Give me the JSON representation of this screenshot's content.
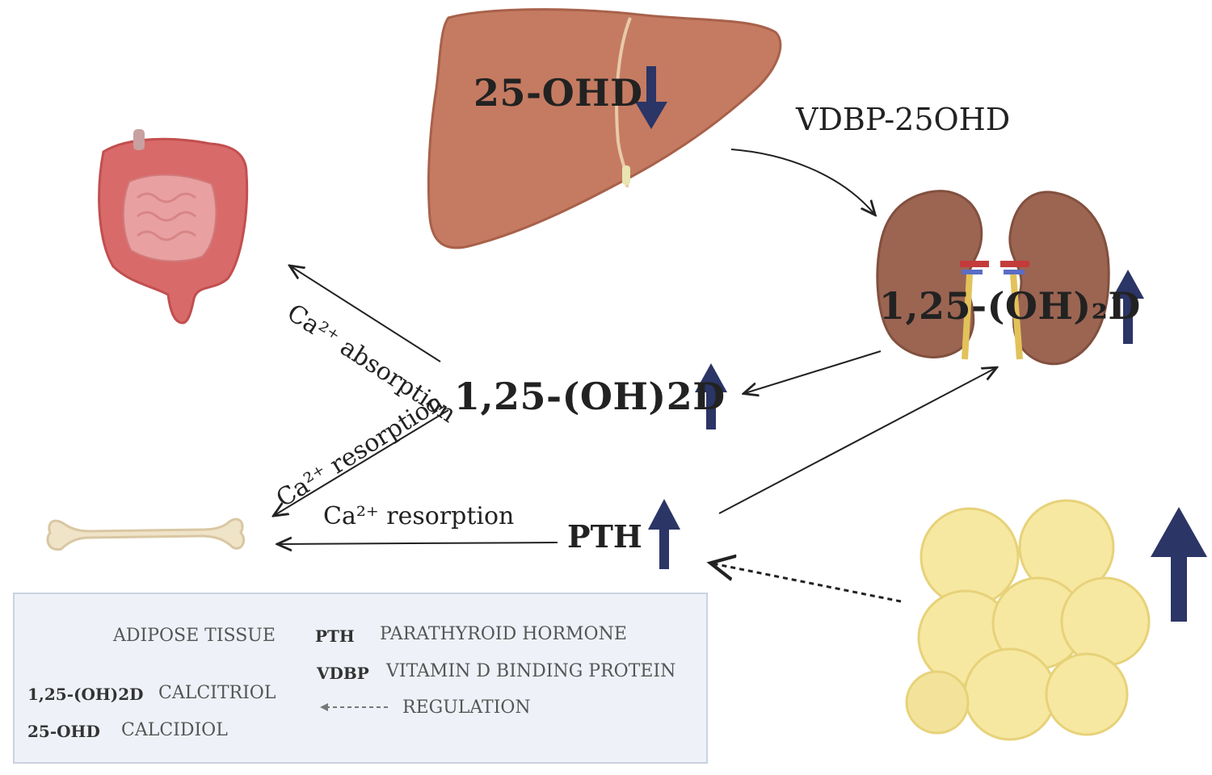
{
  "labels": {
    "liver_25ohd": "25-OHD",
    "vdbp_25ohd": "VDBP-25OHD",
    "kidney_calcitriol": "1,25-(OH)₂D",
    "center_calcitriol": "1,25-(OH)2D",
    "pth": "PTH",
    "ca_absorption": "Ca²⁺ absorption",
    "ca_resorption_upper": "Ca²⁺ resorption",
    "ca_resorption_lower": "Ca²⁺ resorption"
  },
  "legend": {
    "adipose": "ADIPOSE TISSUE",
    "calcitriol_abbr": "1,25-(OH)2D",
    "calcitriol": "CALCITRIOL",
    "calcidiol_abbr": "25-OHD",
    "calcidiol": "CALCIDIOL",
    "pth_abbr": "PTH",
    "pth": "PARATHYROID HORMONE",
    "vdbp_abbr": "VDBP",
    "vdbp": "VITAMIN D BINDING PROTEIN",
    "regulation": "REGULATION"
  },
  "colors": {
    "arrow_up_down": "#2b3566",
    "liver": "#c47b62",
    "kidney": "#9b6552",
    "intestine": "#d96a6a",
    "bone": "#efe3c8",
    "fat": "#f6e8a0",
    "legend_bg": "#eef2f8"
  },
  "icons": [
    "liver-icon",
    "kidney-icon",
    "intestine-icon",
    "bone-icon",
    "adipose-tissue-icon"
  ]
}
